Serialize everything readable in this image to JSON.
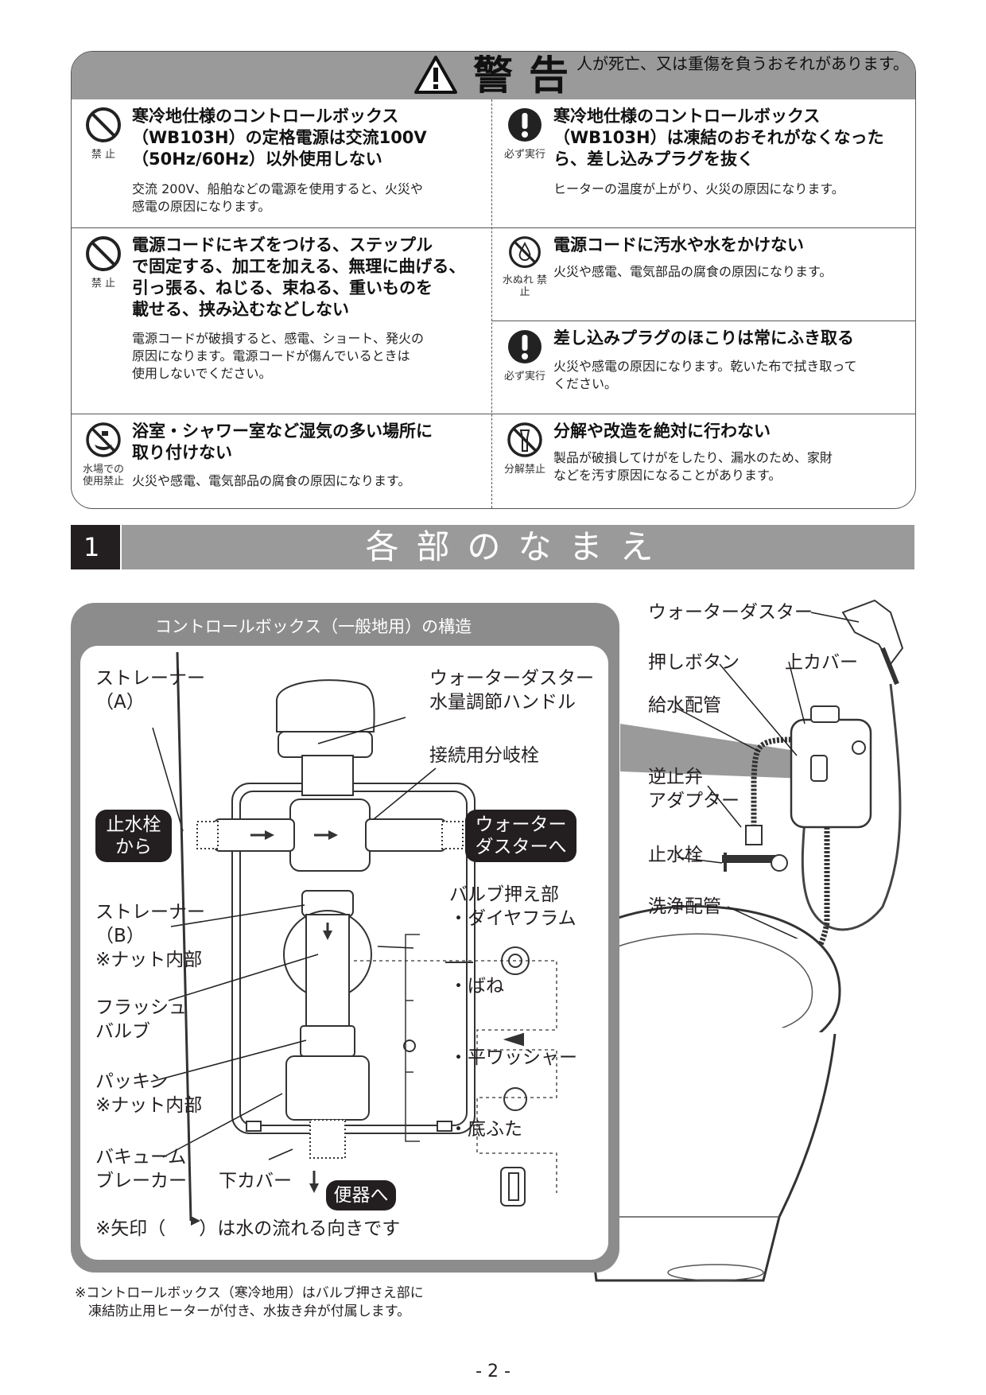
{
  "warning": {
    "heading": "警告",
    "subtitle": "人が死亡、又は重傷を負うおそれがあります。",
    "items": [
      {
        "icon_label": "禁 止",
        "title": [
          "寒冷地仕様のコントロールボックス",
          "（WB103H）の定格電源は交流100V",
          "（50Hz/60Hz）以外使用しない"
        ],
        "desc": [
          "交流 200V、船舶などの電源を使用すると、火災や",
          "感電の原因になります。"
        ]
      },
      {
        "icon_label": "必ず実行",
        "title": [
          "寒冷地仕様のコントロールボックス",
          "（WB103H）は凍結のおそれがなくなった",
          "ら、差し込みプラグを抜く"
        ],
        "desc": [
          "ヒーターの温度が上がり、火災の原因になります。"
        ]
      },
      {
        "icon_label": "禁 止",
        "title": [
          "電源コードにキズをつける、ステップル",
          "で固定する、加工を加える、無理に曲げる、",
          "引っ張る、ねじる、束ねる、重いものを",
          "載せる、挟み込むなどしない"
        ],
        "desc": [
          "電源コードが破損すると、感電、ショート、発火の",
          "原因になります。電源コードが傷んでいるときは",
          "使用しないでください。"
        ]
      },
      {
        "icon_label": "水ぬれ 禁 止",
        "title": [
          "電源コードに汚水や水をかけない"
        ],
        "desc": [
          "火災や感電、電気部品の腐食の原因になります。"
        ]
      },
      {
        "icon_label": "必ず実行",
        "title": [
          "差し込みプラグのほこりは常にふき取る"
        ],
        "desc": [
          "火災や感電の原因になります。乾いた布で拭き取って",
          "ください。"
        ]
      },
      {
        "icon_label": "水場での 使用禁止",
        "title": [
          "浴室・シャワー室など湿気の多い場所に",
          "取り付けない"
        ],
        "desc": [
          "火災や感電、電気部品の腐食の原因になります。"
        ]
      },
      {
        "icon_label": "分解禁止",
        "title": [
          "分解や改造を絶対に行わない"
        ],
        "desc": [
          "製品が破損してけがをしたり、漏水のため、家財",
          "などを汚す原因になることがあります。"
        ]
      }
    ]
  },
  "section": {
    "number": "1",
    "title": "各部のなまえ"
  },
  "panel": {
    "title": "コントロールボックス（一般地用）の構造",
    "labels": {
      "strainer_a": [
        "ストレーナー",
        "（A）"
      ],
      "handle": [
        "ウォーターダスター",
        "水量調節ハンドル"
      ],
      "branch": "接続用分岐栓",
      "from_stop": [
        "止水栓",
        "から"
      ],
      "to_duster": [
        "ウォーター",
        "ダスターへ"
      ],
      "valve_press": "バルブ押え部",
      "diaphragm": "・ダイヤフラム",
      "spring": "・ばね",
      "washer": "・平ワッシャー",
      "bottom_lid": "・底ふた",
      "strainer_b": [
        "ストレーナー",
        "（B）",
        "※ナット内部"
      ],
      "flush_valve": [
        "フラッシュ",
        "バルブ"
      ],
      "packing": [
        "パッキン",
        "※ナット内部"
      ],
      "vacuum_breaker": [
        "バキューム",
        "ブレーカー"
      ],
      "lower_cover": "下カバー",
      "to_toilet": "便器へ",
      "arrow_note_pre": "※矢印（",
      "arrow_note_post": "）は水の流れる向きです"
    }
  },
  "right_labels": {
    "water_duster": "ウォーターダスター",
    "push_button": "押しボタン",
    "top_cover": "上カバー",
    "supply_pipe": "給水配管",
    "check_valve": [
      "逆止弁",
      "アダプター"
    ],
    "stop_valve": "止水栓",
    "flush_pipe": "洗浄配管"
  },
  "footnote": [
    "※コントロールボックス（寒冷地用）はバルブ押さえ部に",
    "　凍結防止用ヒーターが付き、水抜き弁が付属します。"
  ],
  "page_number": "- 2 -"
}
